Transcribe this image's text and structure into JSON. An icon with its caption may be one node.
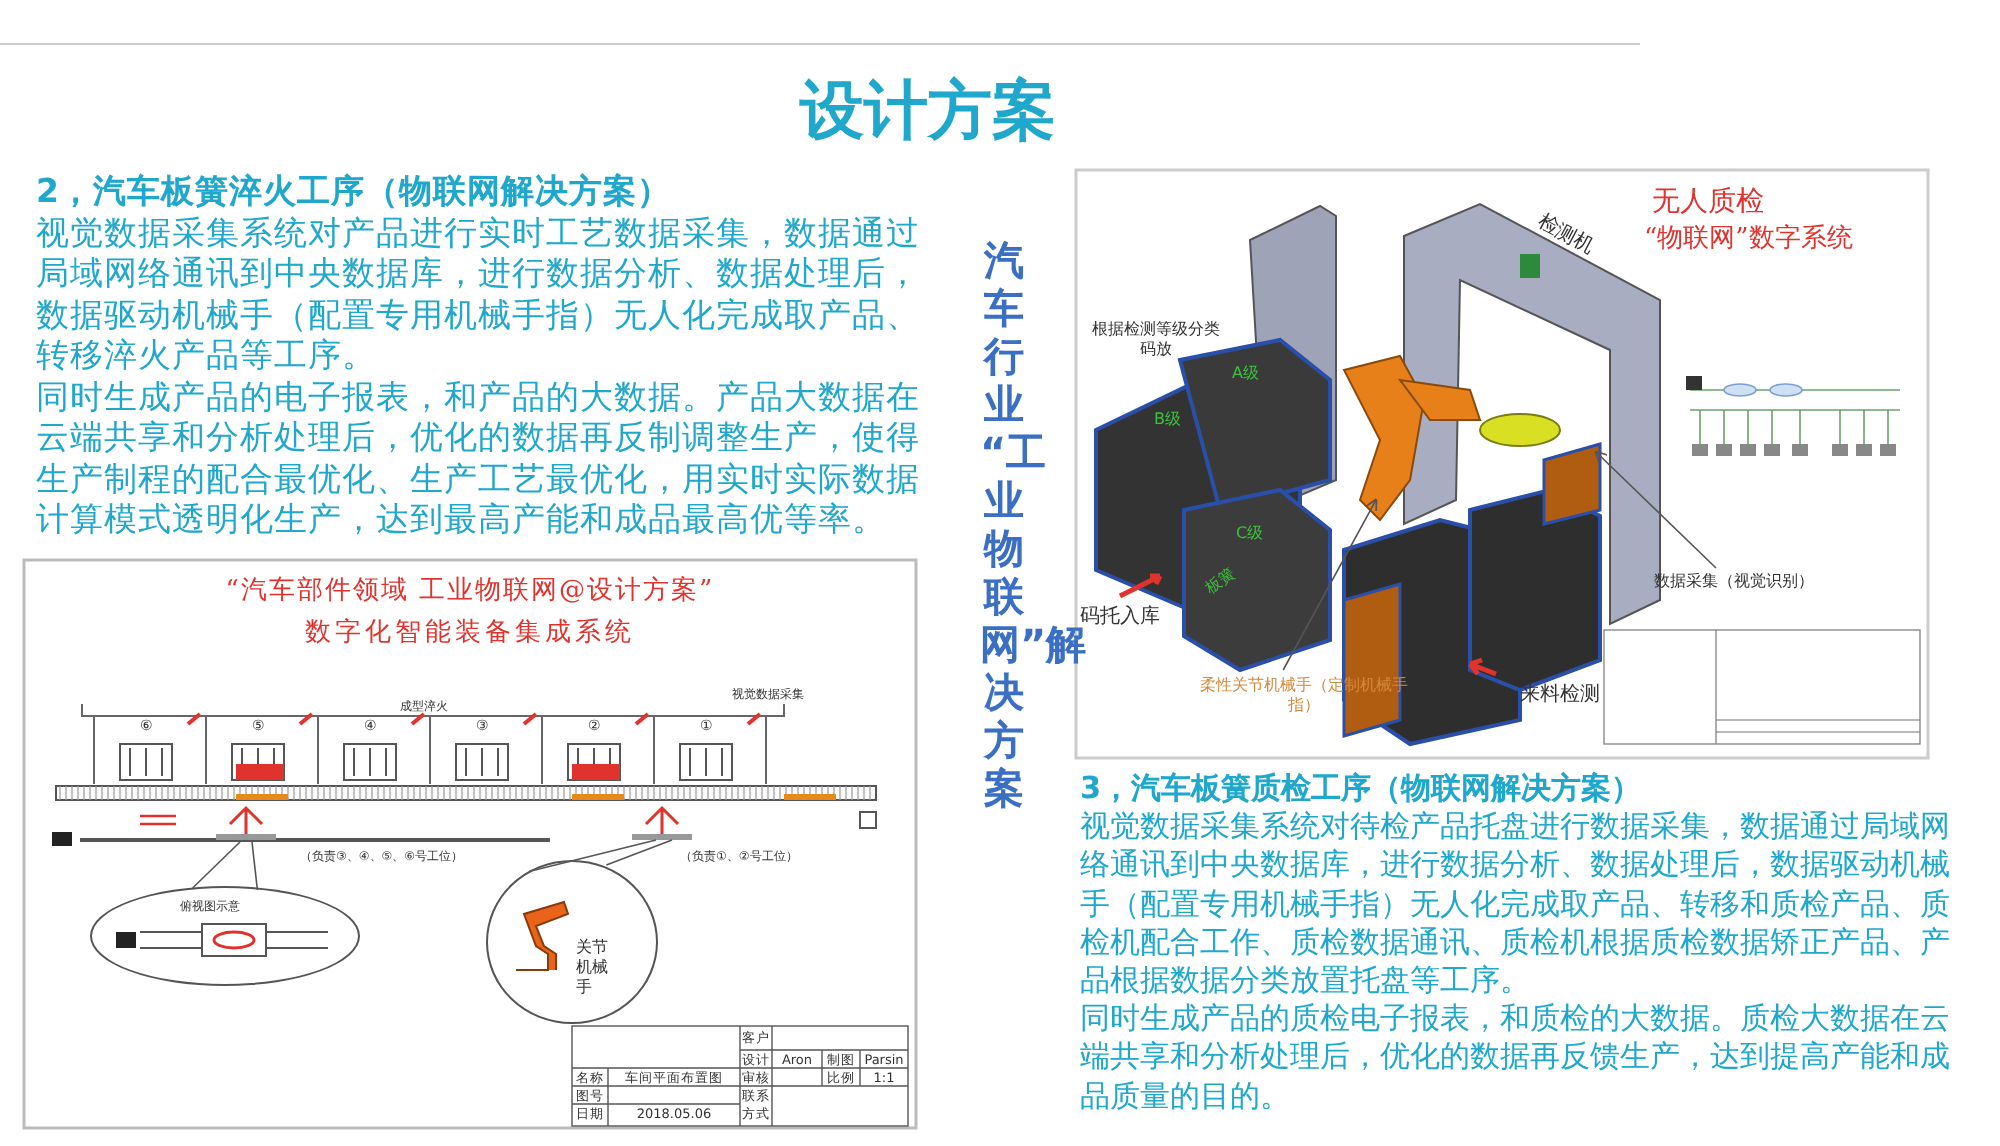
{
  "diagram": {
    "title": "设计方案",
    "nodes": [
      {
        "text": [
          "关节机械手"
        ]
      },
      {
        "text": [
          "俯视图示意"
        ]
      },
      {
        "text": [
          "柔性关节机械手（定制机械手指）"
        ]
      },
      {
        "text": [
          "数据采集（视觉识别）"
        ]
      }
    ],
    "edges": [
      {
        "from": 0,
        "to": null,
        "arrow": "none"
      },
      {
        "from": 0,
        "to": null,
        "arrow": "none"
      },
      {
        "from": 1,
        "to": null,
        "arrow": "none"
      },
      {
        "from": 1,
        "to": null,
        "arrow": "none"
      },
      {
        "from": 2,
        "to": null,
        "arrow": "to"
      },
      {
        "from": 3,
        "to": null,
        "arrow": "to"
      }
    ],
    "labels": [
      "2，汽车板簧淬火工序（物联网解决方案）",
      "视觉数据采集系统对产品进行实时工艺数据采集，数据通过局域网络通讯到中央数据库，进行数据分析、数据处理后，数据驱动机械手（配置专用机械手指）无人化完成取产品、转移淬火产品等工序。",
      "同时生成产品的电子报表，和产品的大数据。产品大数据在云端共享和分析处理后，优化的数据再反制调整生产，使得生产制程的配合最优化、生产工艺最优化，用实时实际数据计算模式透明化生产，达到最高产能和成品最高优等率。",
      "汽车行业 “工业物联网”解决方案",
      "“汽车部件领域 工业物联网@设计方案”",
      "数字化智能装备集成系统",
      "成型淬火",
      "视觉数据采集",
      "⑥",
      "⑤",
      "④",
      "③",
      "②",
      "①",
      "（负责③、④、⑤、⑥号工位）",
      "（负责①、②号工位）",
      "客户",
      "设计",
      "Aron",
      "制图",
      "Parsin",
      "名称",
      "车间平面布置图",
      "审核",
      "比例",
      "1:1",
      "图号",
      "联系方式",
      "日期",
      "2018.05.06",
      "无人质检",
      "“物联网”数字系统",
      "检测机",
      "根据检测等级分类码放",
      "A级",
      "B级",
      "C级",
      "板簧",
      "码托入库",
      "来料检测",
      "3，汽车板簧质检工序（物联网解决方案）",
      "视觉数据采集系统对待检产品托盘进行数据采集，数据通过局域网络通讯到中央数据库，进行数据分析、数据处理后，数据驱动机械手（配置专用机械手指）无人化完成取产品、转移和质检产品、质检机配合工作、质检数据通讯、质检机根据质检数据矫正产品、产品根据数据分类放置托盘等工序。",
      "同时生成产品的质检电子报表，和质检的大数据。质检大数据在云端共享和分析处理后，优化的数据再反馈生产，达到提高产能和成品质量的目的。"
    ]
  }
}
